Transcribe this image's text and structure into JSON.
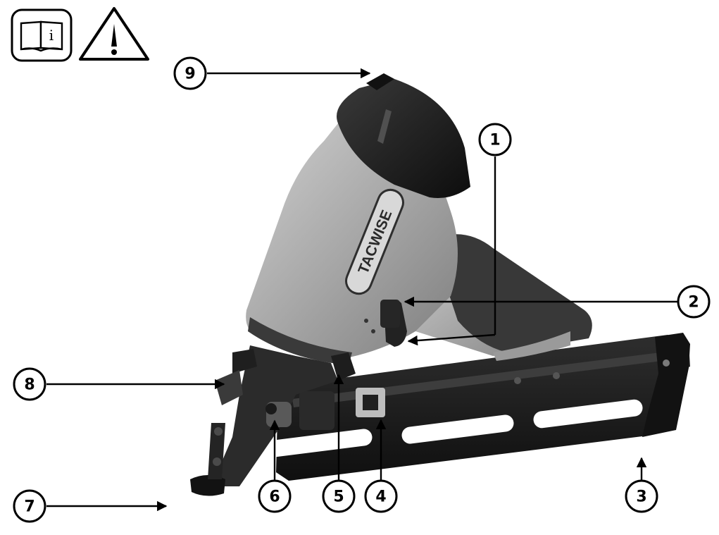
{
  "brand": "TACWISE",
  "icons": {
    "manual": "manual-info-icon",
    "warning": "warning-exclamation-icon"
  },
  "callouts": [
    {
      "number": "1"
    },
    {
      "number": "2"
    },
    {
      "number": "3"
    },
    {
      "number": "4"
    },
    {
      "number": "5"
    },
    {
      "number": "6"
    },
    {
      "number": "7"
    },
    {
      "number": "8"
    },
    {
      "number": "9"
    }
  ],
  "colors": {
    "body": "#a7a7a7",
    "cap": "#191919",
    "grip": "#3b3b3b",
    "magazine": "#1c1c1c"
  }
}
